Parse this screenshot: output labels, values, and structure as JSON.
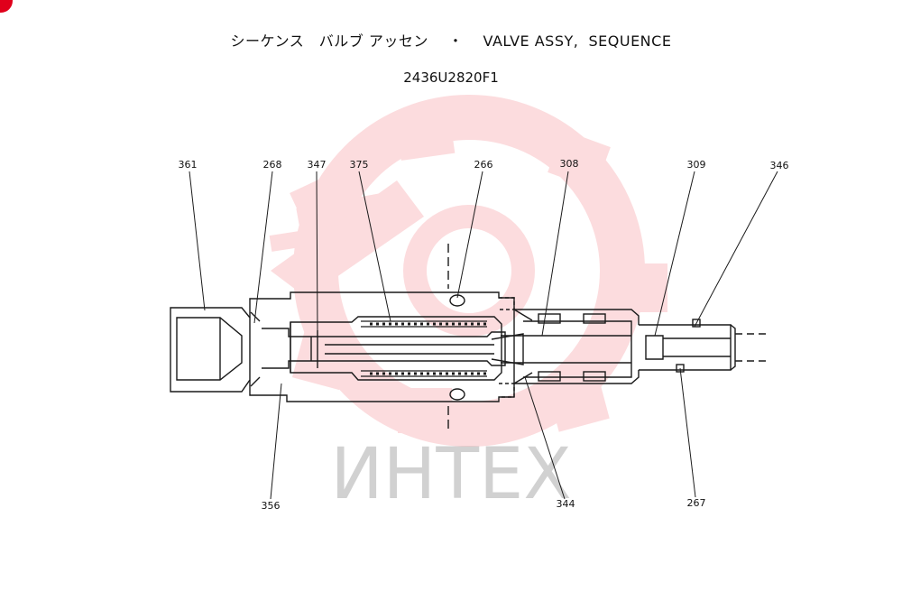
{
  "header": {
    "title_jp": "シーケンス　バルブ アッセン",
    "title_separator": "・",
    "title_en": "VALVE ASSY,  SEQUENCE",
    "part_number": "2436U2820F1"
  },
  "callouts": [
    {
      "id": "361",
      "label": "361"
    },
    {
      "id": "268",
      "label": "268"
    },
    {
      "id": "347",
      "label": "347"
    },
    {
      "id": "375",
      "label": "375"
    },
    {
      "id": "266",
      "label": "266"
    },
    {
      "id": "308",
      "label": "308"
    },
    {
      "id": "309",
      "label": "309"
    },
    {
      "id": "346",
      "label": "346"
    },
    {
      "id": "356",
      "label": "356"
    },
    {
      "id": "344",
      "label": "344"
    },
    {
      "id": "267",
      "label": "267"
    }
  ],
  "watermark": {
    "text": "ИНТЕХ",
    "color": "#e8232c"
  }
}
